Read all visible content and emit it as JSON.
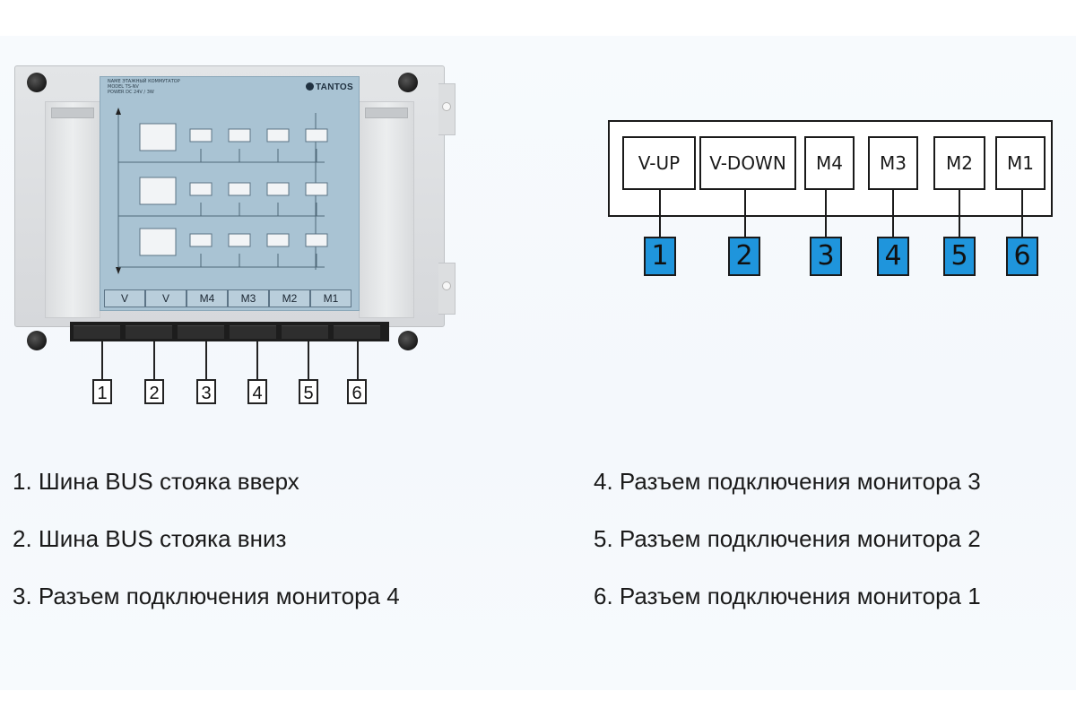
{
  "device": {
    "panel_text": [
      "NAME      ЭТАЖНЫЙ КОММУТАТОР",
      "MODEL     TS-NV",
      "POWER     DC 24V / 3W"
    ],
    "brand": "TANTOS",
    "terminal_labels": [
      "V",
      "V",
      "M4",
      "M3",
      "M2",
      "M1"
    ],
    "callouts": [
      "1",
      "2",
      "3",
      "4",
      "5",
      "6"
    ]
  },
  "diagram": {
    "terminals": [
      "V-UP",
      "V-DOWN",
      "M4",
      "M3",
      "M2",
      "M1"
    ],
    "numbers": [
      "1",
      "2",
      "3",
      "4",
      "5",
      "6"
    ],
    "number_color": "#1f95dc"
  },
  "legend": {
    "left": [
      "1. Шина BUS стояка вверх",
      "2. Шина BUS стояка вниз",
      "3. Разъем подключения монитора 4"
    ],
    "right": [
      "4. Разъем подключения монитора 3",
      "5. Разъем подключения монитора 2",
      "6. Разъем подключения монитора 1"
    ]
  }
}
